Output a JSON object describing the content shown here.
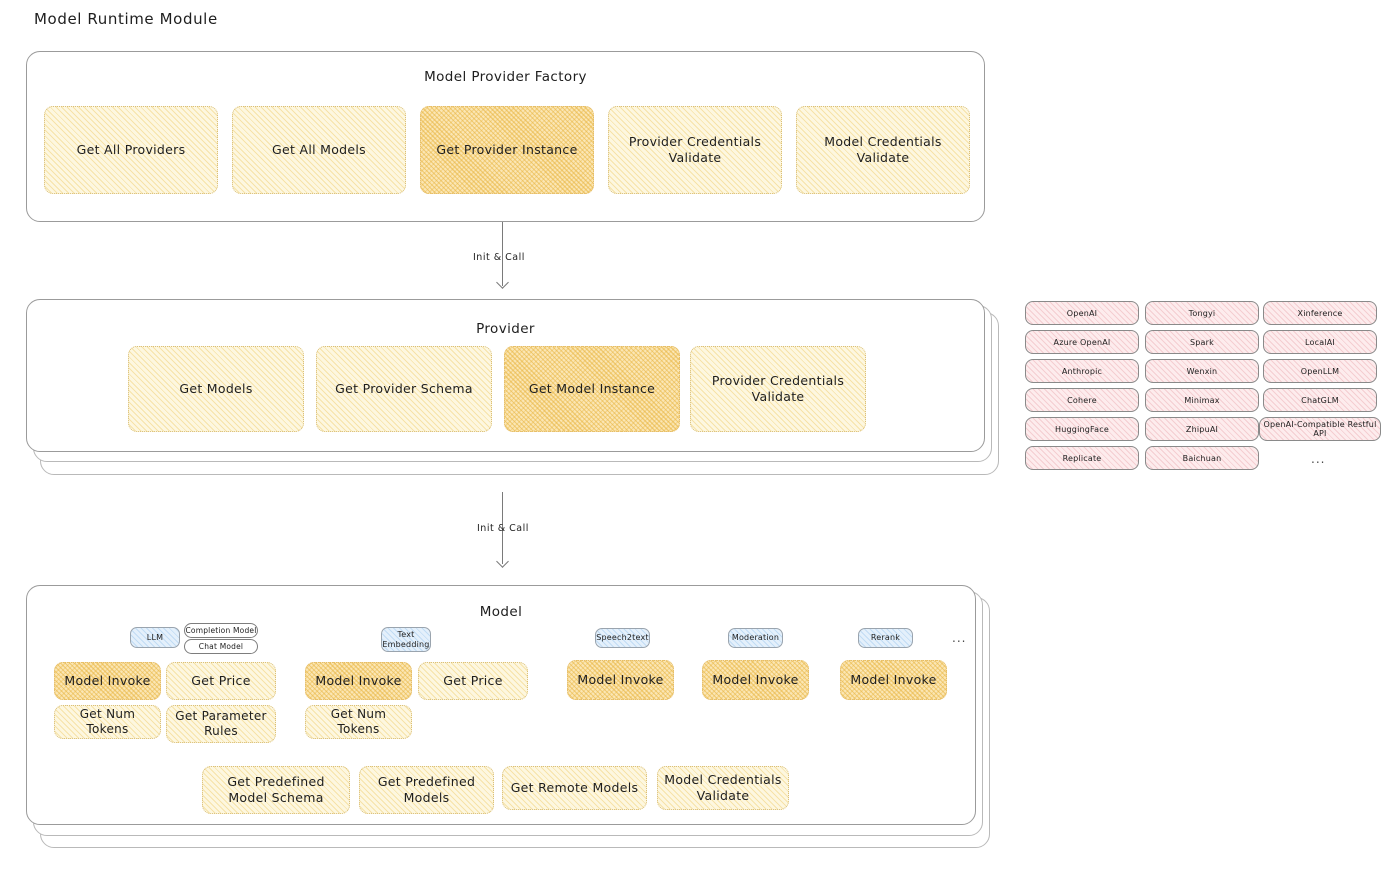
{
  "title": "Model Runtime Module",
  "factory": {
    "title": "Model Provider Factory",
    "boxes": [
      {
        "label": "Get All Providers",
        "strong": false
      },
      {
        "label": "Get All Models",
        "strong": false
      },
      {
        "label": "Get Provider Instance",
        "strong": true
      },
      {
        "label": "Provider Credentials Validate",
        "strong": false
      },
      {
        "label": "Model Credentials Validate",
        "strong": false
      }
    ]
  },
  "arrows": [
    {
      "label": "Init & Call"
    },
    {
      "label": "Init & Call"
    }
  ],
  "provider": {
    "title": "Provider",
    "boxes": [
      {
        "label": "Get Models",
        "strong": false
      },
      {
        "label": "Get Provider Schema",
        "strong": false
      },
      {
        "label": "Get Model Instance",
        "strong": true
      },
      {
        "label": "Provider Credentials Validate",
        "strong": false
      }
    ]
  },
  "provider_list": {
    "columns": [
      [
        "OpenAI",
        "Azure OpenAI",
        "Anthropic",
        "Cohere",
        "HuggingFace",
        "Replicate"
      ],
      [
        "Tongyi",
        "Spark",
        "Wenxin",
        "Minimax",
        "ZhipuAI",
        "Baichuan"
      ],
      [
        "Xinference",
        "LocalAI",
        "OpenLLM",
        "ChatGLM",
        "OpenAI-Compatible Restful API"
      ]
    ],
    "more": "..."
  },
  "model": {
    "title": "Model",
    "more": "...",
    "types": [
      {
        "name": "LLM",
        "sub": [
          "Completion Model",
          "Chat Model"
        ],
        "methods": [
          {
            "label": "Model Invoke",
            "strong": true
          },
          {
            "label": "Get Price",
            "strong": false
          },
          {
            "label": "Get Num Tokens",
            "strong": false
          },
          {
            "label": "Get Parameter Rules",
            "strong": false
          }
        ]
      },
      {
        "name": "Text Embedding",
        "sub": [],
        "methods": [
          {
            "label": "Model Invoke",
            "strong": true
          },
          {
            "label": "Get Price",
            "strong": false
          },
          {
            "label": "Get Num Tokens",
            "strong": false
          }
        ]
      },
      {
        "name": "Speech2text",
        "sub": [],
        "methods": [
          {
            "label": "Model Invoke",
            "strong": true
          }
        ]
      },
      {
        "name": "Moderation",
        "sub": [],
        "methods": [
          {
            "label": "Model Invoke",
            "strong": true
          }
        ]
      },
      {
        "name": "Rerank",
        "sub": [],
        "methods": [
          {
            "label": "Model Invoke",
            "strong": true
          }
        ]
      }
    ],
    "common": [
      "Get Predefined Model Schema",
      "Get Predefined Models",
      "Get Remote Models",
      "Model Credentials Validate"
    ]
  },
  "colors": {
    "accent_light": "#fdf7e0",
    "accent_strong": "#fbe6b4",
    "chip_pink": "#fdeced",
    "chip_blue": "#e4f0fb",
    "stroke": "#9b9b9b"
  }
}
